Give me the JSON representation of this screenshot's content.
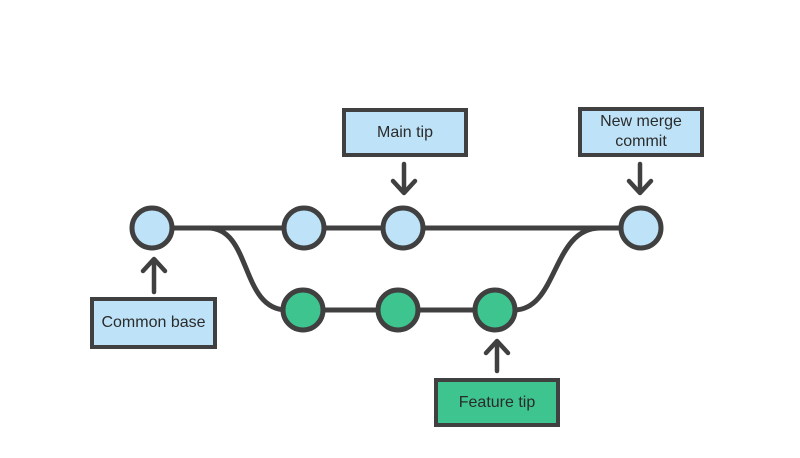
{
  "colors": {
    "background": "#ffffff",
    "stroke": "#404040",
    "text": "#2b2b2b",
    "commit_main_fill": "#bee3f8",
    "commit_feature_fill": "#3ec48f",
    "label_blue_fill": "#bee3f8",
    "label_green_fill": "#3ec48f"
  },
  "labels": {
    "main_tip": "Main tip",
    "new_merge_commit": "New merge commit",
    "common_base": "Common base",
    "feature_tip": "Feature tip"
  },
  "diagram": {
    "type": "git-branch-merge-graph",
    "branches": [
      {
        "name": "main",
        "node_color": "#bee3f8",
        "commit_count": 4,
        "nodes": [
          "common base",
          "commit",
          "main tip",
          "new merge commit"
        ]
      },
      {
        "name": "feature",
        "node_color": "#3ec48f",
        "commit_count": 3,
        "nodes": [
          "commit",
          "commit",
          "feature tip"
        ]
      }
    ],
    "annotations": [
      {
        "label": "Common base",
        "points_to": "first commit of main branch",
        "direction": "up"
      },
      {
        "label": "Main tip",
        "points_to": "third commit of main branch",
        "direction": "down"
      },
      {
        "label": "New merge commit",
        "points_to": "last commit of main branch",
        "direction": "down"
      },
      {
        "label": "Feature tip",
        "points_to": "last commit of feature branch",
        "direction": "up"
      }
    ]
  }
}
